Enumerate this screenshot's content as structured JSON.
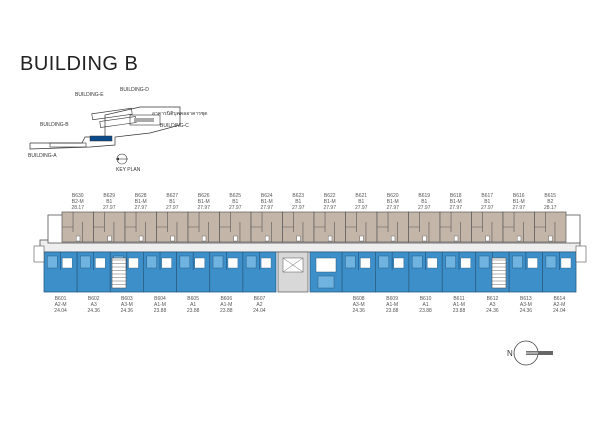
{
  "title": "BUILDING B",
  "key_plan": {
    "buildings": [
      "BUILDING-D",
      "BUILDING-E",
      "BUILDING-B",
      "BUILDING-C",
      "BUILDING-A"
    ],
    "thai_label": "อาคารนิติบุคคลอาคารชุด",
    "label": "KEY PLAN"
  },
  "north_label": "N",
  "top_units": [
    {
      "code": "B630",
      "type": "B2-M",
      "area": "28.17"
    },
    {
      "code": "B629",
      "type": "B1",
      "area": "27.97"
    },
    {
      "code": "B628",
      "type": "B1-M",
      "area": "27.97"
    },
    {
      "code": "B627",
      "type": "B1",
      "area": "27.97"
    },
    {
      "code": "B626",
      "type": "B1-M",
      "area": "27.97"
    },
    {
      "code": "B625",
      "type": "B1",
      "area": "27.97"
    },
    {
      "code": "B624",
      "type": "B1-M",
      "area": "27.97"
    },
    {
      "code": "B623",
      "type": "B1",
      "area": "27.97"
    },
    {
      "code": "B622",
      "type": "B1-M",
      "area": "27.97"
    },
    {
      "code": "B621",
      "type": "B1",
      "area": "27.97"
    },
    {
      "code": "B620",
      "type": "B1-M",
      "area": "27.97"
    },
    {
      "code": "B619",
      "type": "B1",
      "area": "27.97"
    },
    {
      "code": "B618",
      "type": "B1-M",
      "area": "27.97"
    },
    {
      "code": "B617",
      "type": "B1",
      "area": "27.97"
    },
    {
      "code": "B616",
      "type": "B1-M",
      "area": "27.97"
    },
    {
      "code": "B615",
      "type": "B2",
      "area": "28.17"
    }
  ],
  "bottom_units_left": [
    {
      "code": "B601",
      "type": "A2-M",
      "area": "24.04"
    },
    {
      "code": "B602",
      "type": "A3",
      "area": "24.36"
    },
    {
      "code": "B603",
      "type": "A3-M",
      "area": "24.36"
    },
    {
      "code": "B604",
      "type": "A1-M",
      "area": "23.88"
    },
    {
      "code": "B605",
      "type": "A1",
      "area": "23.88"
    },
    {
      "code": "B606",
      "type": "A1-M",
      "area": "23.88"
    },
    {
      "code": "B607",
      "type": "A2",
      "area": "24.04"
    }
  ],
  "bottom_units_right": [
    {
      "code": "B608",
      "type": "A3-M",
      "area": "24.36"
    },
    {
      "code": "B609",
      "type": "A1-M",
      "area": "23.88"
    },
    {
      "code": "B610",
      "type": "A1",
      "area": "23.88"
    },
    {
      "code": "B611",
      "type": "A1-M",
      "area": "23.88"
    },
    {
      "code": "B612",
      "type": "A3",
      "area": "24.36"
    },
    {
      "code": "B613",
      "type": "A3-M",
      "area": "24.36"
    },
    {
      "code": "B614",
      "type": "A2-M",
      "area": "24.04"
    }
  ],
  "colors": {
    "top_units": "#c4b5a9",
    "bottom_units": "#3c8fc9",
    "walls": "#555555",
    "core": "#d8d8d8",
    "corridor": "#eeeeee"
  }
}
